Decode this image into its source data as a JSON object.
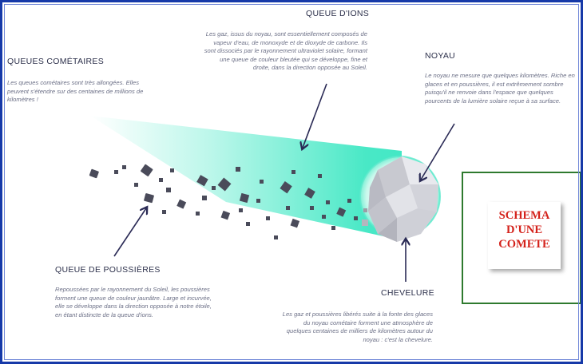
{
  "labels": {
    "queue_ions": {
      "title": "QUEUE D'IONS",
      "text": "Les gaz, issus du noyau, sont essentiellement composés de vapeur d'eau, de monoxyde et de dioxyde de carbone. Ils sont dissociés par le rayonnement ultraviolet solaire, formant une queue de couleur bleutée qui se développe, fine et droite, dans la direction opposée au Soleil."
    },
    "queues_cometaires": {
      "title": "QUEUES COMÉTAIRES",
      "text": "Les queues cométaires sont très allongées. Elles peuvent s'étendre sur des centaines de millions de kilomètres !"
    },
    "noyau": {
      "title": "NOYAU",
      "text": "Le noyau ne mesure que quelques kilomètres. Riche en glaces et en poussières, il est extrêmement sombre puisqu'il ne renvoie dans l'espace que quelques pourcents de la lumière solaire reçue à sa surface."
    },
    "queue_poussieres": {
      "title": "QUEUE DE POUSSIÈRES",
      "text": "Repoussées par le rayonnement du Soleil, les poussières forment une queue de couleur jaunâtre. Large et incurvée, elle se développe dans la direction opposée à notre étoile, en étant distincte de la queue d'ions."
    },
    "chevelure": {
      "title": "CHEVELURE",
      "text": "Les gaz et poussières libérés suite à la fonte des glaces du noyau cométaire forment une atmosphère de quelques centaines de milliers de kilomètres autour du noyau : c'est la chevelure."
    }
  },
  "title_box": {
    "text": "SCHEMA\nD'UNE\nCOMETE"
  },
  "colors": {
    "ion_tail": "#3fe8c4",
    "coma": "#d9fbf2",
    "text_color": "#d4221b",
    "frame": "#1639a8",
    "box_border": "#2f7a2f"
  }
}
